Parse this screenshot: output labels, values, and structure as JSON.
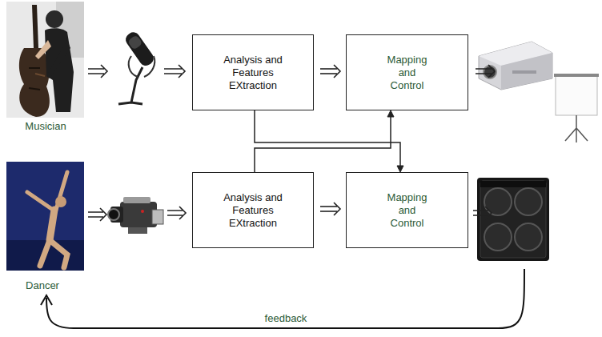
{
  "diagram": {
    "nodes": [
      {
        "text": [
          "Analysis and Features EXtraction"
        ]
      },
      {
        "text": [
          "Mapping and Control"
        ]
      },
      {
        "text": [
          "Analysis and Features EXtraction"
        ]
      },
      {
        "text": [
          "Mapping and Control"
        ]
      }
    ],
    "edges": [
      {
        "from": 0,
        "to": 1,
        "arrow": "to"
      },
      {
        "from": 0,
        "to": 3,
        "arrow": "to"
      },
      {
        "from": 2,
        "to": 1,
        "arrow": "to"
      },
      {
        "from": 2,
        "to": 3,
        "arrow": "to"
      }
    ],
    "labels": [
      "Musician",
      "Dancer",
      "feedback"
    ]
  }
}
